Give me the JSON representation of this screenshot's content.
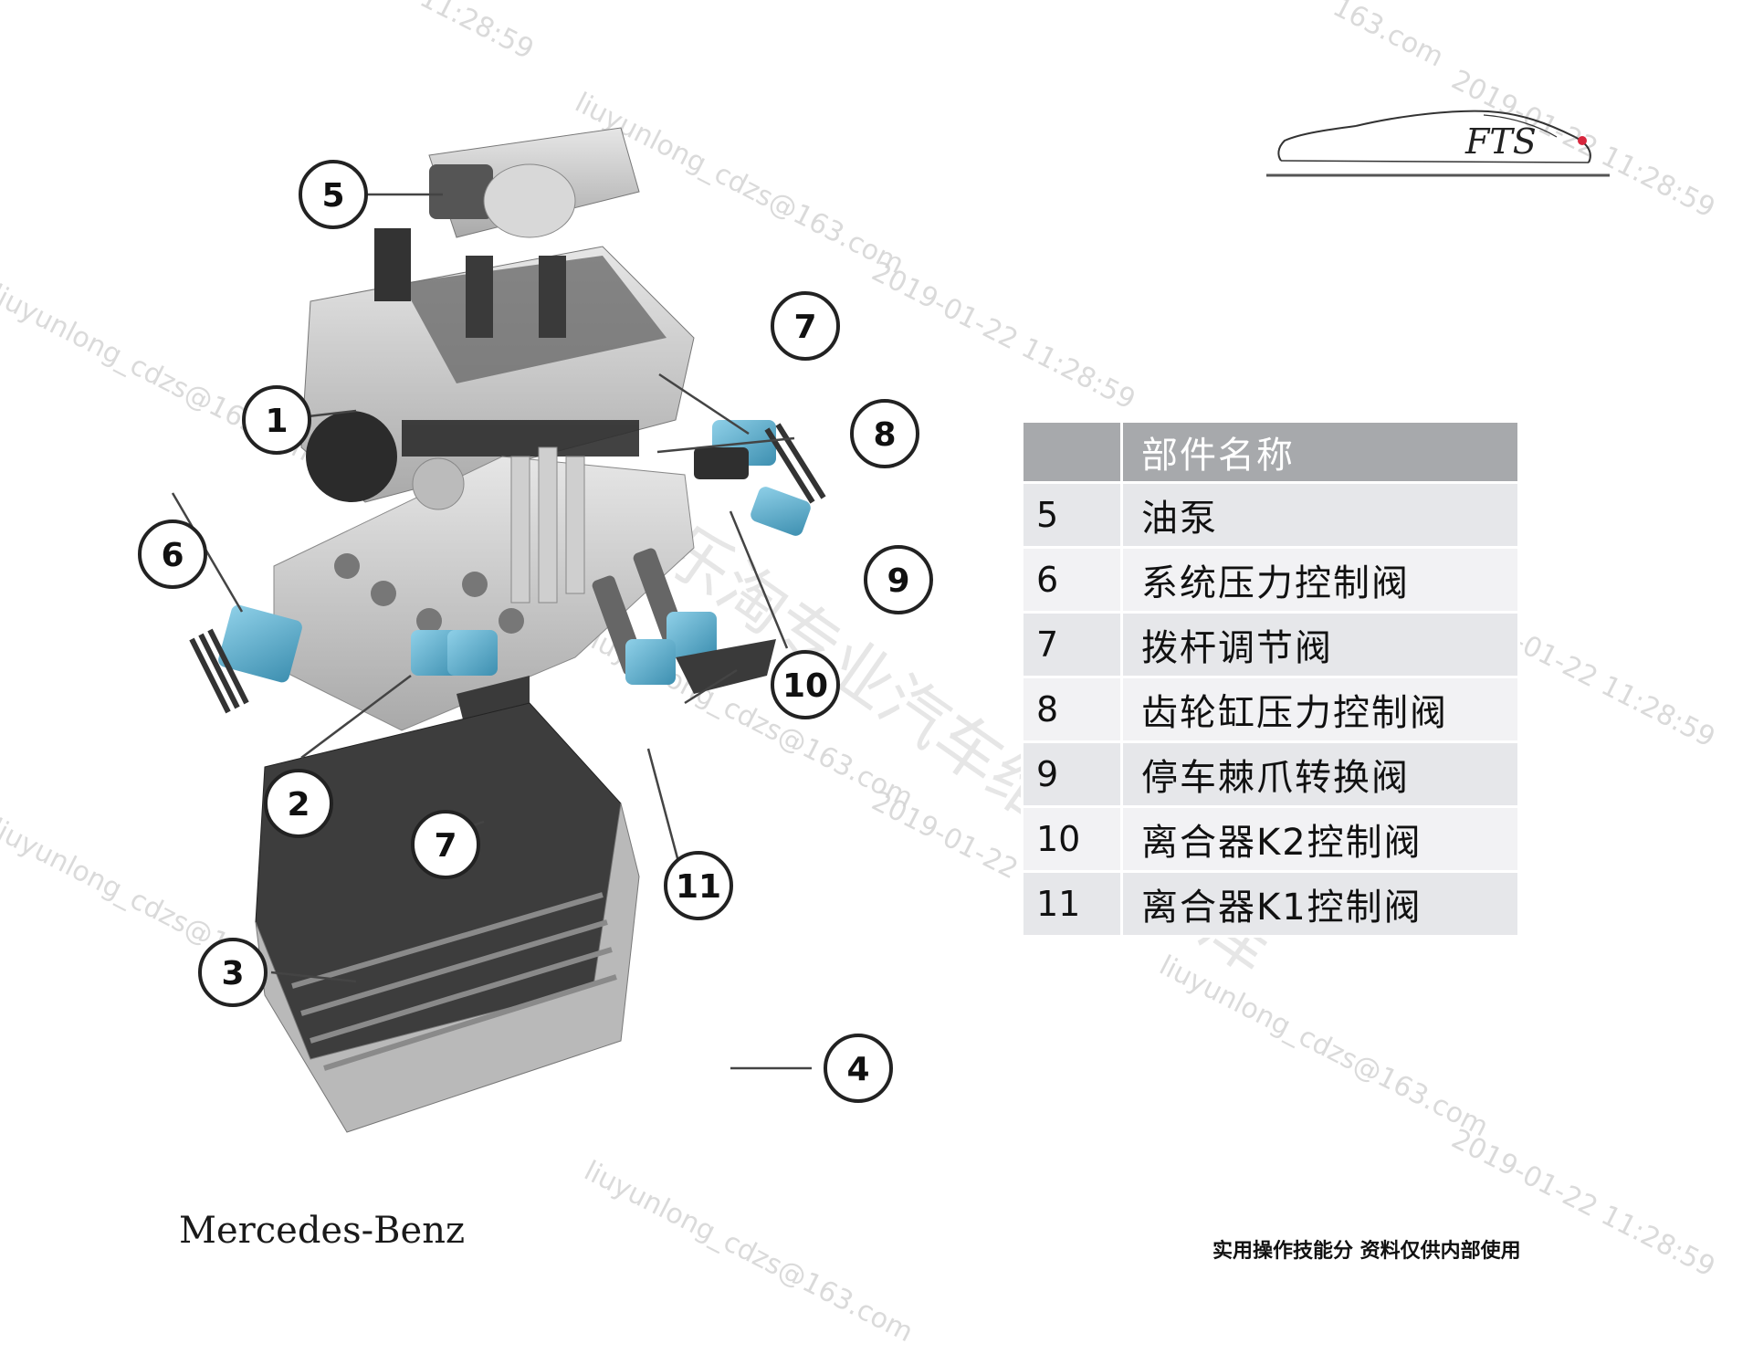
{
  "logo": {
    "text": "FTS"
  },
  "watermarks": {
    "email": "liuyunlong_cdzs@163.com",
    "datetime": "2019-01-22 11:28:59",
    "datetime_partial": "11:28:59",
    "email_partial": "163.com",
    "chinese": "乐淘专业汽车维修资料库"
  },
  "diagram": {
    "callouts": [
      "5",
      "1",
      "6",
      "2",
      "7",
      "8",
      "9",
      "10",
      "11",
      "3",
      "4",
      "7"
    ]
  },
  "table": {
    "header": "部件名称",
    "rows": [
      {
        "num": "5",
        "name": "油泵"
      },
      {
        "num": "6",
        "name": "系统压力控制阀"
      },
      {
        "num": "7",
        "name": "拨杆调节阀"
      },
      {
        "num": "8",
        "name": "齿轮缸压力控制阀"
      },
      {
        "num": "9",
        "name": "停车棘爪转换阀"
      },
      {
        "num": "10",
        "name": "离合器K2控制阀"
      },
      {
        "num": "11",
        "name": "离合器K1控制阀"
      }
    ]
  },
  "brand": "Mercedes-Benz",
  "footer": "实用操作技能分 资料仅供内部使用"
}
